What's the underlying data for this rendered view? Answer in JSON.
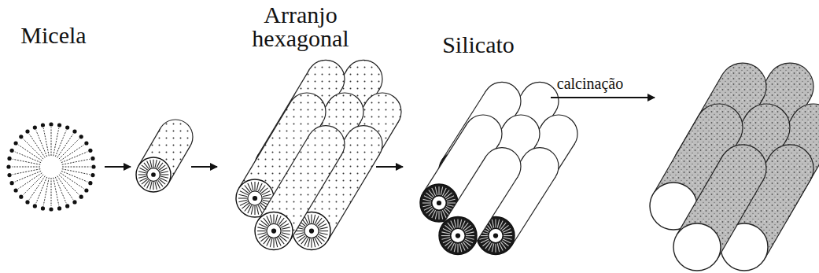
{
  "diagram": {
    "labels": [
      "Micela",
      "Arranjo hexagonal",
      "Silicato",
      "calcinação"
    ]
  }
}
